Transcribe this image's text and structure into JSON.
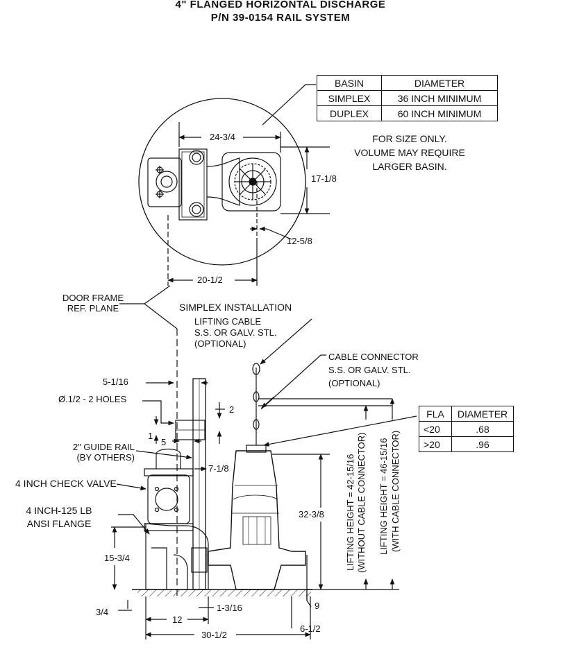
{
  "header": {
    "line1": "4\" FLANGED HORIZONTAL DISCHARGE",
    "line2": "P/N 39-0154 RAIL SYSTEM"
  },
  "basin_table": {
    "headers": [
      "BASIN",
      "DIAMETER"
    ],
    "rows": [
      [
        "SIMPLEX",
        "36 INCH MINIMUM"
      ],
      [
        "DUPLEX",
        "60 INCH MINIMUM"
      ]
    ]
  },
  "basin_note": [
    "FOR SIZE ONLY.",
    "VOLUME MAY REQUIRE",
    "LARGER BASIN."
  ],
  "top_view": {
    "dim_width": "24-3/4",
    "dim_height": "17-1/8",
    "dim_offset": "12-5/8",
    "dim_rail": "20-1/2"
  },
  "labels": {
    "door_frame": [
      "DOOR FRAME",
      "REF. PLANE"
    ],
    "simplex_install": "SIMPLEX INSTALLATION",
    "lifting_cable": [
      "LIFTING CABLE",
      "S.S. OR GALV. STL.",
      "(OPTIONAL)"
    ],
    "cable_connector": [
      "CABLE CONNECTOR",
      "S.S. OR GALV. STL.",
      "(OPTIONAL)"
    ],
    "holes": "Ø.1/2 - 2 HOLES",
    "guide_rail": [
      "2\" GUIDE RAIL",
      "(BY OTHERS)"
    ],
    "check_valve": "4 INCH CHECK VALVE",
    "ansi_flange": [
      "4 INCH-125 LB",
      "ANSI FLANGE"
    ]
  },
  "side_view": {
    "dim_5_1_16": "5-1/16",
    "dim_2": "2",
    "dim_1": "1",
    "dim_5": "5",
    "dim_7_1_8": "7-1/8",
    "dim_32_3_8": "32-3/8",
    "dim_15_3_4": "15-3/4",
    "dim_3_4": "3/4",
    "dim_1_3_16": "1-3/16",
    "dim_9": "9",
    "dim_12": "12",
    "dim_6_1_2": "6-1/2",
    "dim_30_1_2": "30-1/2",
    "lift_without": [
      "LIFTING HEIGHT = 42-15/16",
      "(WITHOUT CABLE CONNECTOR)"
    ],
    "lift_with": [
      "LIFTING HEIGHT = 46-15/16",
      "(WITH CABLE CONNECTOR)"
    ]
  },
  "fla_table": {
    "headers": [
      "FLA",
      "DIAMETER"
    ],
    "rows": [
      [
        "<20",
        ".68"
      ],
      [
        ">20",
        ".96"
      ]
    ]
  }
}
